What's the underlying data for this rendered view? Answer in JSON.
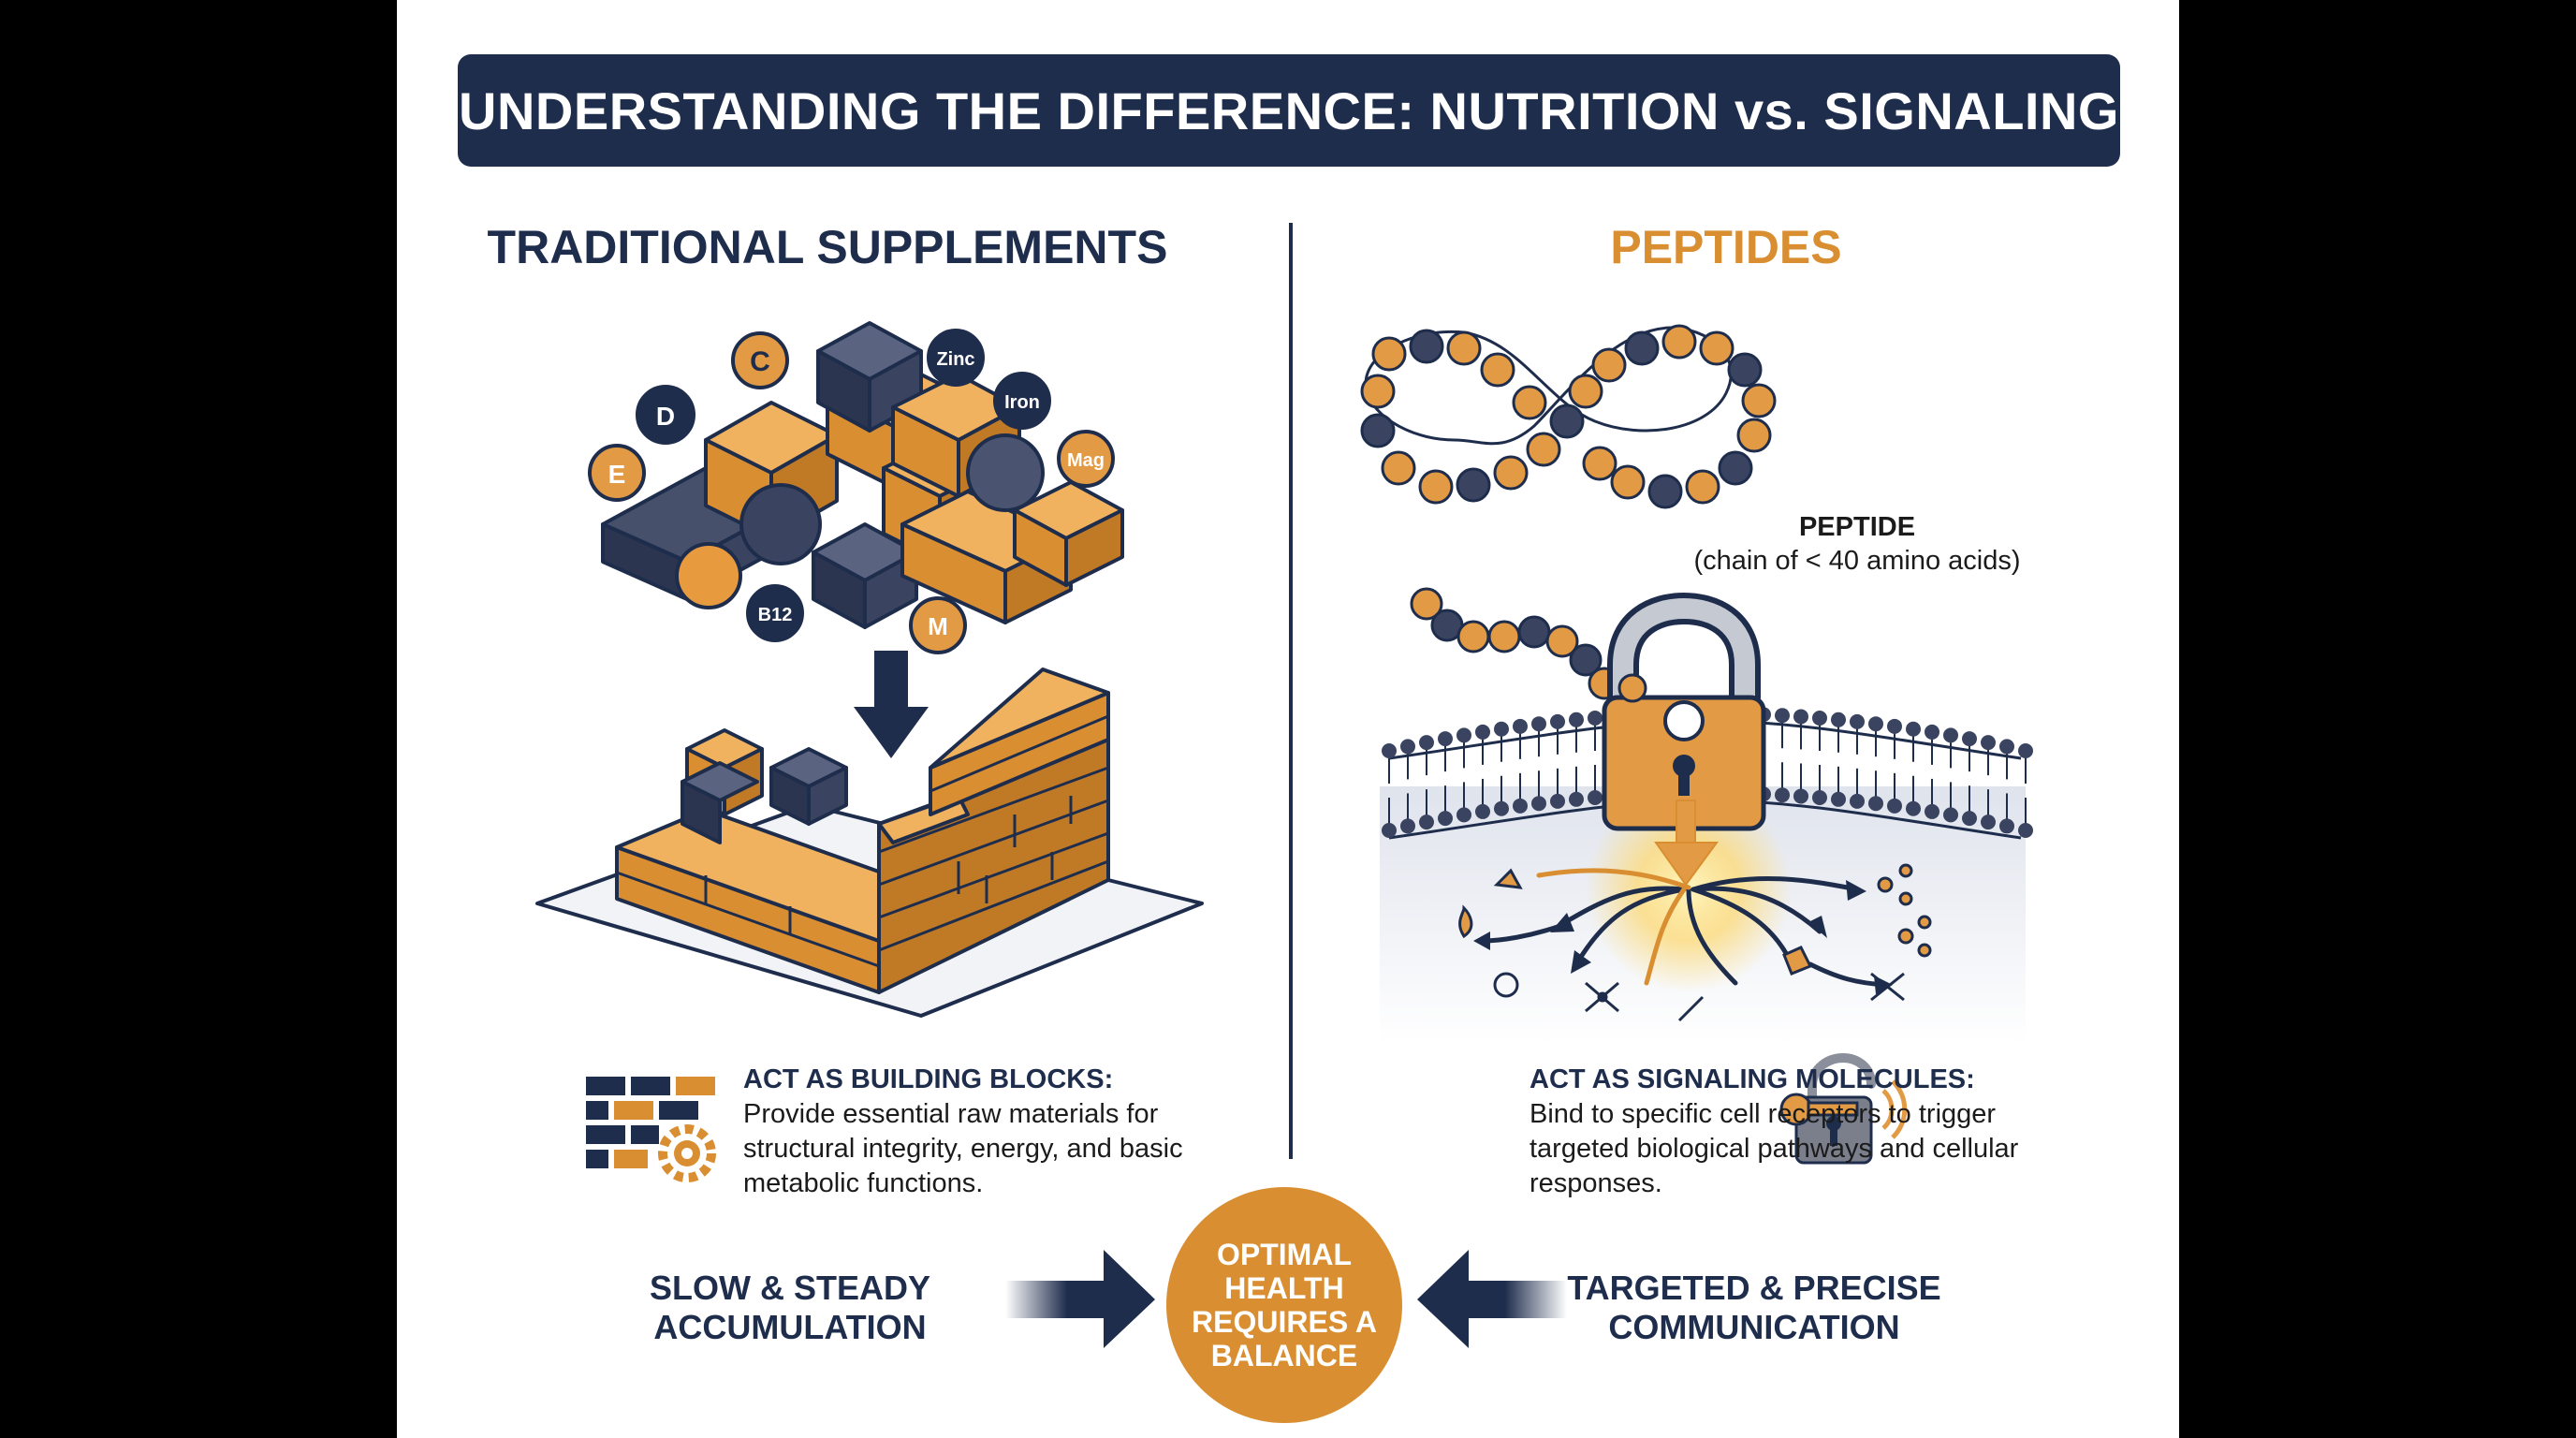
{
  "title": "UNDERSTANDING THE DIFFERENCE: NUTRITION vs. SIGNALING",
  "left": {
    "heading": "TRADITIONAL SUPPLEMENTS",
    "nutrient_labels": [
      "C",
      "D",
      "E",
      "Zinc",
      "Iron",
      "Mag",
      "B12",
      "M"
    ],
    "description_lead": "ACT AS BUILDING BLOCKS:",
    "description": "Provide essential raw materials for structural integrity, energy, and basic metabolic functions.",
    "footer": "SLOW & STEADY ACCUMULATION",
    "icon": "brick-gear-icon"
  },
  "right": {
    "heading": "PEPTIDES",
    "peptide_title": "PEPTIDE",
    "peptide_subtitle": "(chain of < 40 amino acids)",
    "description_lead": "ACT AS SIGNALING MOLECULES:",
    "description": "Bind to specific cell receptors to trigger targeted biological pathways and cellular responses.",
    "footer": "TARGETED & PRECISE COMMUNICATION",
    "icon": "lock-key-icon"
  },
  "center": {
    "balance": "OPTIMAL HEALTH REQUIRES A BALANCE"
  },
  "colors": {
    "navy": "#1f2d4d",
    "orange": "#d98e32",
    "background": "#ffffff"
  }
}
